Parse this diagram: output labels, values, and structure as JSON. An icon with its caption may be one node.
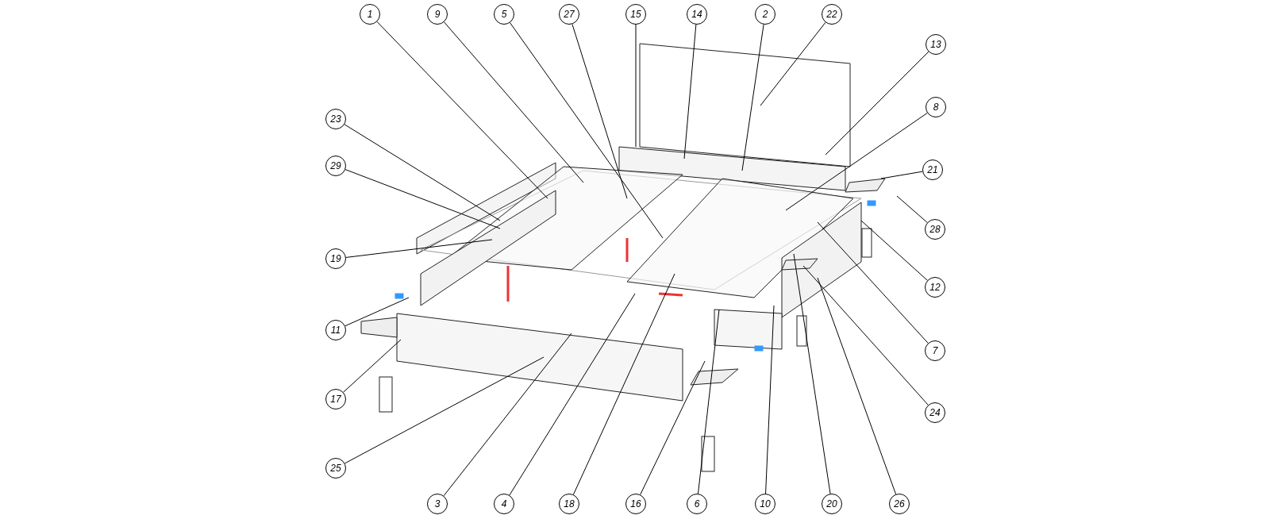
{
  "diagram": {
    "nodes": [
      {
        "text": [
          "1"
        ]
      },
      {
        "text": [
          "9"
        ]
      },
      {
        "text": [
          "5"
        ]
      },
      {
        "text": [
          "27"
        ]
      },
      {
        "text": [
          "15"
        ]
      },
      {
        "text": [
          "14"
        ]
      },
      {
        "text": [
          "2"
        ]
      },
      {
        "text": [
          "22"
        ]
      },
      {
        "text": [
          "13"
        ]
      },
      {
        "text": [
          "8"
        ]
      },
      {
        "text": [
          "23"
        ]
      },
      {
        "text": [
          "21"
        ]
      },
      {
        "text": [
          "29"
        ]
      },
      {
        "text": [
          "28"
        ]
      },
      {
        "text": [
          "19"
        ]
      },
      {
        "text": [
          "12"
        ]
      },
      {
        "text": [
          "11"
        ]
      },
      {
        "text": [
          "7"
        ]
      },
      {
        "text": [
          "17"
        ]
      },
      {
        "text": [
          "24"
        ]
      },
      {
        "text": [
          "25"
        ]
      },
      {
        "text": [
          "3"
        ]
      },
      {
        "text": [
          "4"
        ]
      },
      {
        "text": [
          "18"
        ]
      },
      {
        "text": [
          "16"
        ]
      },
      {
        "text": [
          "6"
        ]
      },
      {
        "text": [
          "10"
        ]
      },
      {
        "text": [
          "20"
        ]
      },
      {
        "text": [
          "26"
        ]
      }
    ],
    "edges": [
      {
        "from": 0,
        "to": null,
        "arrow": "none"
      },
      {
        "from": 1,
        "to": null,
        "arrow": "none"
      },
      {
        "from": 2,
        "to": null,
        "arrow": "none"
      },
      {
        "from": 3,
        "to": null,
        "arrow": "none"
      },
      {
        "from": 4,
        "to": null,
        "arrow": "none"
      },
      {
        "from": 5,
        "to": null,
        "arrow": "none"
      },
      {
        "from": 6,
        "to": null,
        "arrow": "none"
      },
      {
        "from": 7,
        "to": null,
        "arrow": "none"
      },
      {
        "from": 8,
        "to": null,
        "arrow": "none"
      },
      {
        "from": 9,
        "to": null,
        "arrow": "none"
      },
      {
        "from": 10,
        "to": null,
        "arrow": "none"
      },
      {
        "from": 11,
        "to": null,
        "arrow": "none"
      },
      {
        "from": 12,
        "to": null,
        "arrow": "none"
      },
      {
        "from": 13,
        "to": null,
        "arrow": "none"
      },
      {
        "from": 14,
        "to": null,
        "arrow": "none"
      },
      {
        "from": 15,
        "to": null,
        "arrow": "none"
      },
      {
        "from": 16,
        "to": null,
        "arrow": "none"
      },
      {
        "from": 17,
        "to": null,
        "arrow": "none"
      },
      {
        "from": 18,
        "to": null,
        "arrow": "none"
      },
      {
        "from": 19,
        "to": null,
        "arrow": "none"
      },
      {
        "from": 20,
        "to": null,
        "arrow": "none"
      },
      {
        "from": 21,
        "to": null,
        "arrow": "none"
      },
      {
        "from": 22,
        "to": null,
        "arrow": "none"
      },
      {
        "from": 23,
        "to": null,
        "arrow": "none"
      },
      {
        "from": 24,
        "to": null,
        "arrow": "none"
      },
      {
        "from": 25,
        "to": null,
        "arrow": "none"
      },
      {
        "from": 26,
        "to": null,
        "arrow": "none"
      },
      {
        "from": 27,
        "to": null,
        "arrow": "none"
      },
      {
        "from": 28,
        "to": null,
        "arrow": "none"
      }
    ]
  }
}
